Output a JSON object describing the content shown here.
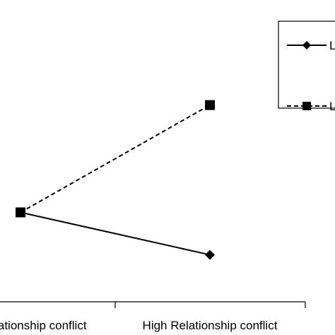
{
  "chart_data": {
    "type": "line",
    "categories": [
      "Low Relationship conflict",
      "High Relationship conflict"
    ],
    "series": [
      {
        "legend_text": "L",
        "values": [
          3.0,
          2.62
        ],
        "line_style": "solid",
        "marker": "diamond",
        "color": "#000000"
      },
      {
        "legend_text": "L",
        "values": [
          3.0,
          3.96
        ],
        "line_style": "dashed",
        "marker": "square",
        "color": "#000000"
      }
    ],
    "ylim": [
      2.2,
      4.9
    ],
    "xlabel": "",
    "ylabel": "",
    "grid": false,
    "legend_position": "top-right"
  }
}
